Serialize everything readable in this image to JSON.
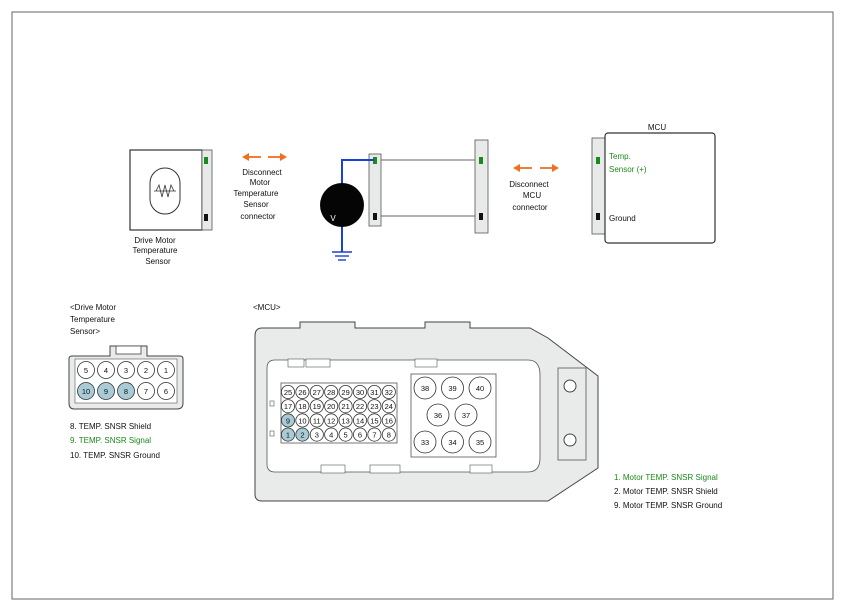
{
  "colors": {
    "signal": "#1a8a1a",
    "wire_blue": "#1a3fd6",
    "arrow_orange": "#f07020",
    "highlight_pin": "#a9cbd6",
    "border": "#555555"
  },
  "sensor": {
    "label_lines": [
      "Drive Motor",
      "Temperature",
      "Sensor"
    ],
    "icon": "thermistor-icon"
  },
  "disconnect_motor": {
    "lines": [
      "Disconnect",
      "Motor",
      "Temperature",
      "Sensor",
      "connector"
    ]
  },
  "disconnect_mcu": {
    "lines": [
      "Disconnect",
      "MCU",
      "connector"
    ]
  },
  "meter": {
    "symbol": "V"
  },
  "mcu_box": {
    "title": "MCU",
    "temp_lines": [
      "Temp.",
      "Sensor (+)"
    ],
    "ground": "Ground"
  },
  "sensor_connector": {
    "heading_lines": [
      "<Drive Motor",
      "Temperature",
      "Sensor>"
    ],
    "row_top": [
      "5",
      "4",
      "3",
      "2",
      "1"
    ],
    "row_bottom": [
      "10",
      "9",
      "8",
      "7",
      "6"
    ],
    "highlighted": [
      "10",
      "9",
      "8"
    ],
    "legend": [
      {
        "text": "8. TEMP. SNSR Shield",
        "color": "#111111"
      },
      {
        "text": "9. TEMP. SNSR Signal",
        "color": "#1a8a1a"
      },
      {
        "text": "10. TEMP. SNSR Ground",
        "color": "#111111"
      }
    ]
  },
  "mcu_connector": {
    "heading": "<MCU>",
    "rows": [
      [
        "25",
        "26",
        "27",
        "28",
        "29",
        "30",
        "31",
        "32"
      ],
      [
        "17",
        "18",
        "19",
        "20",
        "21",
        "22",
        "23",
        "24"
      ],
      [
        "9",
        "10",
        "11",
        "12",
        "13",
        "14",
        "15",
        "16"
      ],
      [
        "1",
        "2",
        "3",
        "4",
        "5",
        "6",
        "7",
        "8"
      ]
    ],
    "highlighted": [
      "1",
      "2",
      "9"
    ],
    "large_top": [
      "38",
      "39",
      "40"
    ],
    "large_mid": [
      "36",
      "37"
    ],
    "large_bottom": [
      "33",
      "34",
      "35"
    ],
    "legend": [
      {
        "text": "1. Motor TEMP. SNSR Signal",
        "color": "#1a8a1a"
      },
      {
        "text": "2. Motor TEMP. SNSR Shield",
        "color": "#111111"
      },
      {
        "text": "9. Motor TEMP. SNSR Ground",
        "color": "#111111"
      }
    ]
  }
}
